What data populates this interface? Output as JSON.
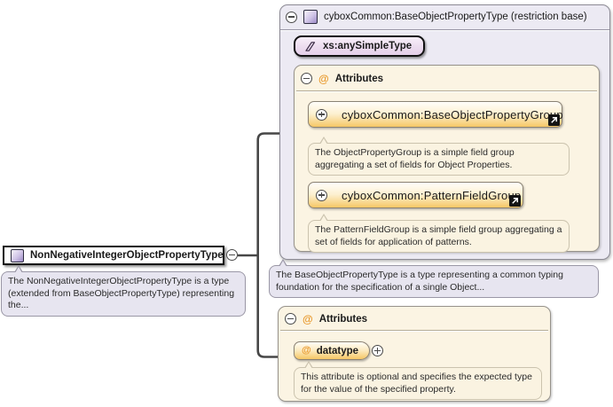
{
  "main_type": {
    "label": "NonNegativeIntegerObjectPropertyType",
    "description": "The NonNegativeIntegerObjectPropertyType is a type (extended from BaseObjectPropertyType) representing the..."
  },
  "base_type": {
    "header": "cyboxCommon:BaseObjectPropertyType (restriction base)",
    "simple_type": "xs:anySimpleType",
    "attributes_header": "Attributes",
    "groups": [
      {
        "label": "cyboxCommon:BaseObjectPropertyGroup",
        "description": "The ObjectPropertyGroup is a simple field group aggregating a set of fields for Object Properties."
      },
      {
        "label": "cyboxCommon:PatternFieldGroup",
        "description": "The PatternFieldGroup is a simple field group aggregating a set of fields for application of patterns."
      }
    ],
    "description": "The BaseObjectPropertyType is a type representing a common typing foundation for the specification of a single Object..."
  },
  "local_attributes": {
    "header": "Attributes",
    "attribute_name": "datatype",
    "attribute_description": "This attribute is optional and specifies the expected type for the value of the specified property."
  },
  "icons": {
    "attribute_glyph": "@"
  },
  "colors": {
    "panel_lavender": "#eceaf3",
    "panel_cream": "#fbf4e3",
    "tooltip_lavender": "#e7e5f0",
    "tooltip_cream": "#faf3e1",
    "orange_accent": "#f6c765",
    "icon_orange": "#ee9212",
    "connector": "#474747"
  }
}
